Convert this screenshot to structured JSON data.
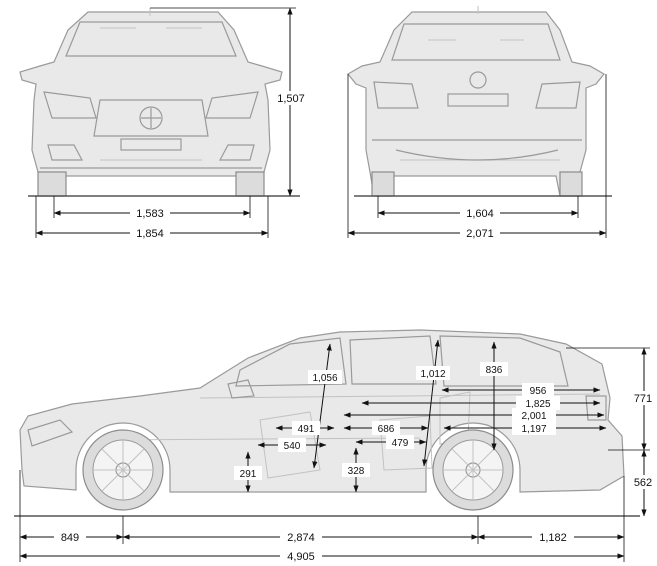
{
  "front_view": {
    "height": "1,507",
    "track": "1,583",
    "width": "1,854"
  },
  "rear_view": {
    "track": "1,604",
    "width_with_mirrors": "2,071"
  },
  "side_view": {
    "front_overhang": "849",
    "wheelbase": "2,874",
    "rear_overhang": "1,182",
    "overall_length": "4,905",
    "front_headroom": "1,056",
    "rear_headroom": "1,012",
    "load_height": "836",
    "front_legroom": "491",
    "front_seat_depth": "540",
    "front_seat_height": "291",
    "rear_legroom": "686",
    "rear_seat_depth": "479",
    "rear_seat_height": "328",
    "load_length_956": "956",
    "load_length_1825": "1,825",
    "load_length_2001": "2,001",
    "load_width": "1,197",
    "cargo_height": "771",
    "sill_height": "562"
  }
}
